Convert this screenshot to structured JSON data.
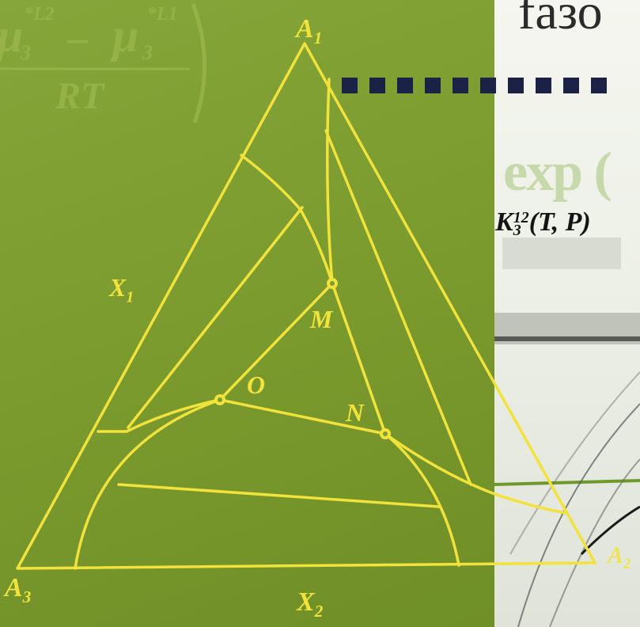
{
  "background": {
    "green": "#7c9c2f",
    "white": "#f0f2ea",
    "line_color": "#f2e23c",
    "dash_color": "#1c2246"
  },
  "ghost_formula": {
    "numerator_left": "μ",
    "numerator_left_sub": "3",
    "numerator_left_sup": "*L2",
    "minus": "–",
    "numerator_right": "μ",
    "numerator_right_sub": "3",
    "numerator_right_sup": "*L1",
    "denominator": "RT"
  },
  "right_panel": {
    "title_fragment": "fазо",
    "exp_text": "exp (",
    "k_main": "K",
    "k_sub": "3",
    "k_sup": "12",
    "k_args": "(T, P)"
  },
  "vertices": {
    "top": {
      "letter": "A",
      "sub": "1"
    },
    "right": {
      "letter": "A",
      "sub": "2"
    },
    "left": {
      "letter": "A",
      "sub": "3"
    }
  },
  "axes": {
    "x1": {
      "letter": "X",
      "sub": "1"
    },
    "x2": {
      "letter": "X",
      "sub": "2"
    }
  },
  "points": {
    "M": "M",
    "N": "N",
    "O": "O"
  }
}
